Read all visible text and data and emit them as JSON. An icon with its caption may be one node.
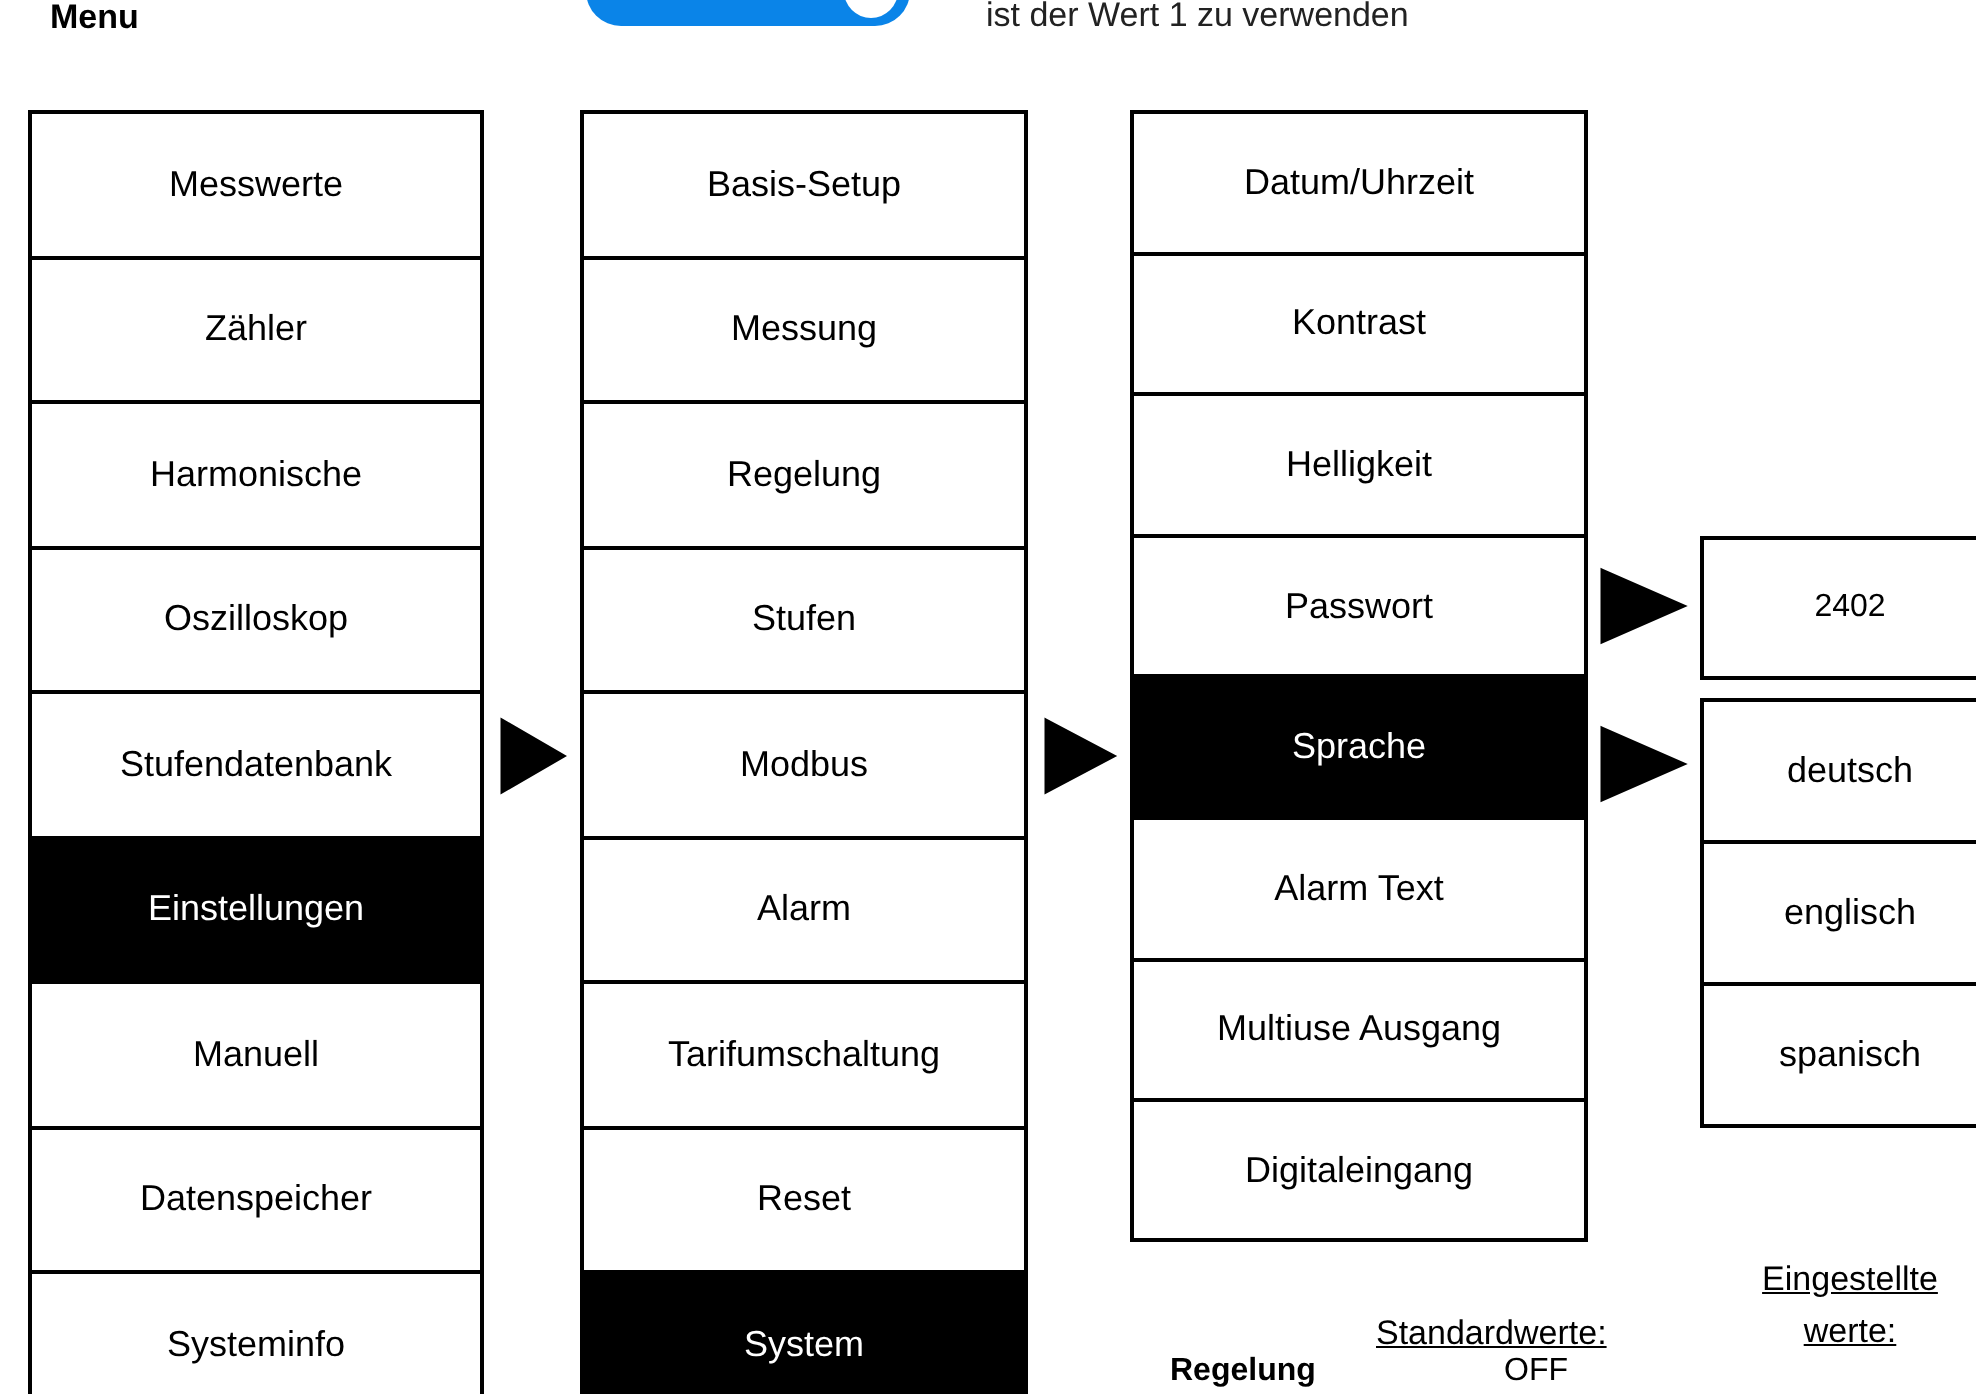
{
  "diagram": {
    "nodes": [
      {
        "text": [],
        "shape": "box"
      },
      {
        "text": [
          "Messwerte"
        ],
        "in": 0
      },
      {
        "text": [
          "Zähler"
        ],
        "in": 0
      },
      {
        "text": [
          "Harmonische"
        ],
        "in": 0
      },
      {
        "text": [
          "Oszilloskop"
        ],
        "in": 0
      },
      {
        "text": [
          "Stufendatenbank"
        ],
        "in": 0
      },
      {
        "text": [
          "Einstellungen"
        ],
        "in": 0
      },
      {
        "text": [
          "Manuell"
        ],
        "in": 0
      },
      {
        "text": [
          "Datenspeicher"
        ],
        "in": 0
      },
      {
        "text": [
          "Systeminfo"
        ],
        "in": 0
      },
      {
        "text": [],
        "shape": "box"
      },
      {
        "text": [
          "Basis-Setup"
        ],
        "in": 10
      },
      {
        "text": [
          "Messung"
        ],
        "in": 10
      },
      {
        "text": [
          "Regelung"
        ],
        "in": 10
      },
      {
        "text": [
          "Stufen"
        ],
        "in": 10
      },
      {
        "text": [
          "Modbus"
        ],
        "in": 10
      },
      {
        "text": [
          "Alarm"
        ],
        "in": 10
      },
      {
        "text": [
          "Tarifumschaltung"
        ],
        "in": 10
      },
      {
        "text": [
          "Reset"
        ],
        "in": 10
      },
      {
        "text": [
          "System"
        ],
        "in": 10
      },
      {
        "text": [],
        "shape": "box"
      },
      {
        "text": [
          "Datum/Uhrzeit"
        ],
        "in": 20
      },
      {
        "text": [
          "Kontrast"
        ],
        "in": 20
      },
      {
        "text": [
          "Helligkeit"
        ],
        "in": 20
      },
      {
        "text": [
          "Passwort"
        ],
        "in": 20
      },
      {
        "text": [
          "Sprache"
        ],
        "in": 20
      },
      {
        "text": [
          "Alarm Text"
        ],
        "in": 20
      },
      {
        "text": [
          "Multiuse Ausgang"
        ],
        "in": 20
      },
      {
        "text": [
          "Digitaleingang"
        ],
        "in": 20
      },
      {
        "text": [
          "2402"
        ]
      },
      {
        "text": [],
        "shape": "box"
      },
      {
        "text": [
          "deutsch"
        ],
        "in": 30
      },
      {
        "text": [
          "englisch"
        ],
        "in": 30
      },
      {
        "text": [
          "spanisch"
        ],
        "in": 30
      }
    ],
    "edges": [
      {
        "from": 0,
        "to": 10,
        "arrow": "to"
      },
      {
        "from": 10,
        "to": 20,
        "arrow": "to"
      },
      {
        "from": 24,
        "to": 29,
        "arrow": "to"
      },
      {
        "from": 25,
        "to": 30,
        "arrow": "to"
      }
    ],
    "labels": [
      "Menu",
      "ist der Wert 1 zu verwenden",
      "Standardwerte:",
      "Eingestellte werte:",
      "Regelung",
      "OFF"
    ]
  }
}
